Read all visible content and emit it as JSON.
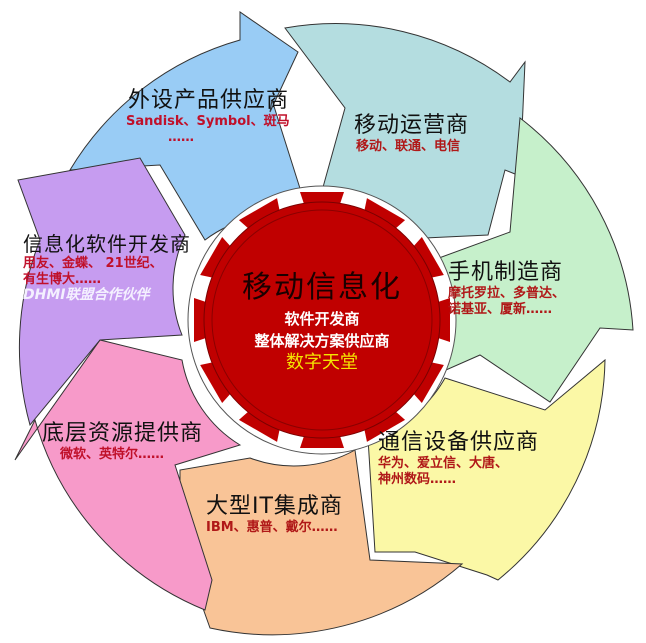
{
  "diagram": {
    "type": "cycle",
    "center": {
      "title": "移动信息化",
      "lines": [
        "软件开发商",
        "整体解决方案供应商"
      ],
      "highlight": "数字天堂",
      "color": "#c00000"
    },
    "segments": [
      {
        "title": "外设产品供应商",
        "details": [
          "Sandisk、Symbol、斑马",
          "……"
        ],
        "color": "#99ccf5"
      },
      {
        "title": "移动运营商",
        "details": [
          "移动、联通、电信"
        ],
        "color": "#b4dde0"
      },
      {
        "title": "手机制造商",
        "details": [
          "摩托罗拉、多普达、",
          "诺基亚、厦新……"
        ],
        "color": "#c6f0cb"
      },
      {
        "title": "通信设备供应商",
        "details": [
          "华为、爱立信、大唐、",
          "神州数码……"
        ],
        "color": "#fbf8a6"
      },
      {
        "title": "大型IT集成商",
        "details": [
          "IBM、惠普、戴尔……"
        ],
        "color": "#f9c497"
      },
      {
        "title": "底层资源提供商",
        "details": [
          "微软、英特尔……"
        ],
        "color": "#f79ac9"
      },
      {
        "title": "信息化软件开发商",
        "details": [
          "用友、金蝶、 21世纪、",
          "有生博大……"
        ],
        "note": "DHMI联盟合作伙伴",
        "color": "#c69cf0"
      }
    ]
  }
}
